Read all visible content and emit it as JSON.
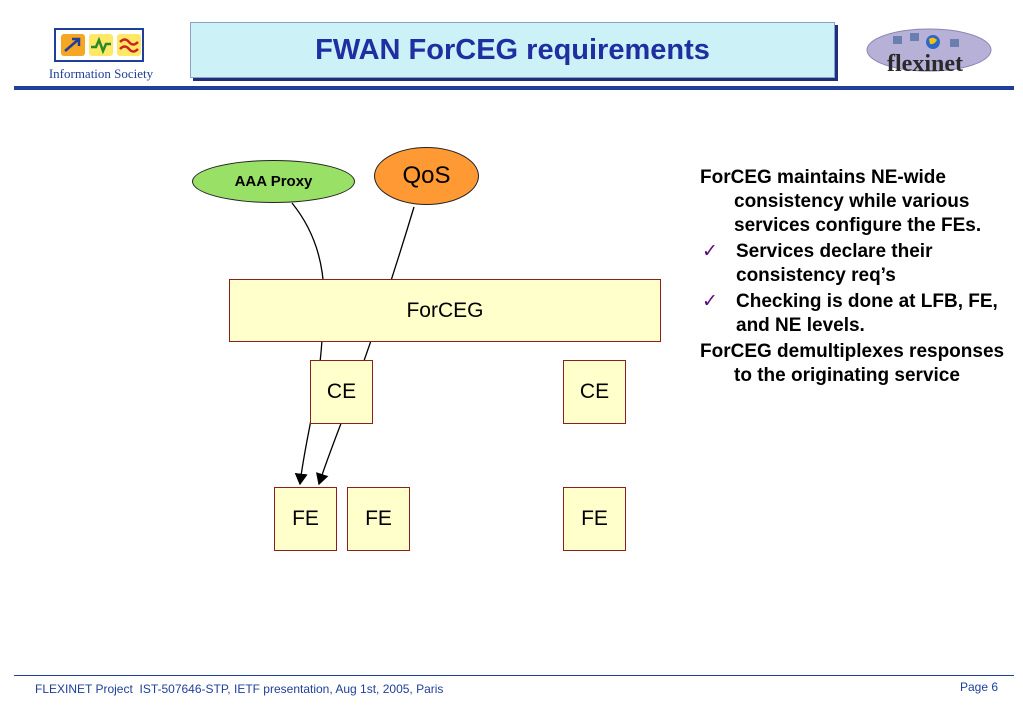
{
  "header": {
    "title": "FWAN ForCEG requirements",
    "left_logo_caption": "Information Society",
    "right_logo_text": "flexinet"
  },
  "diagram": {
    "aaa_proxy": "AAA Proxy",
    "qos": "QoS",
    "forceg": "ForCEG",
    "ce_left": "CE",
    "ce_right": "CE",
    "fe_1": "FE",
    "fe_2": "FE",
    "fe_3": "FE",
    "colors": {
      "box_fill": "#ffffcc",
      "aaa_fill": "#99e066",
      "qos_fill": "#ff9933"
    }
  },
  "bullets": [
    {
      "type": "plain",
      "text": "ForCEG maintains NE-wide consistency while various services configure the FEs."
    },
    {
      "type": "check",
      "text": "Services declare their consistency req’s"
    },
    {
      "type": "check",
      "text": "Checking is done at LFB, FE, and NE levels."
    },
    {
      "type": "plain",
      "text": "ForCEG demultiplexes responses to the originating service"
    }
  ],
  "footer": {
    "left": "FLEXINET Project  IST-507646-STP, IETF presentation, Aug 1st, 2005, Paris",
    "right": "Page 6"
  }
}
